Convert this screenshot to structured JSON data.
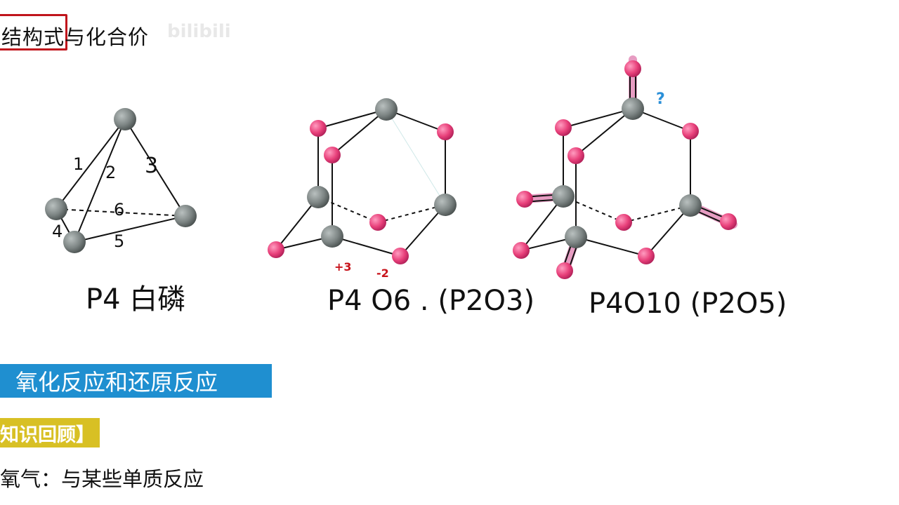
{
  "header": {
    "title": "结构式与化合价",
    "watermark": "bilibili"
  },
  "molecules": {
    "p4": {
      "caption": "P4 白磷",
      "edge_labels": [
        "1",
        "2",
        "3",
        "4",
        "5",
        "6"
      ]
    },
    "p4o6": {
      "caption": "P4 O6 . (P2O3)",
      "ox_p": "+3",
      "ox_o": "-2"
    },
    "p4o10": {
      "caption": "P4O10 (P2O5)",
      "question": "?"
    }
  },
  "colors": {
    "phosphorus": "#7d8584",
    "oxygen": "#e8407a",
    "highlight": "#e38bb8",
    "banner": "#1f8fd0",
    "review": "#d8c024",
    "title_box": "#c0141c",
    "annotation_red": "#c8141c",
    "annotation_blue": "#2a8fd8"
  },
  "section": {
    "banner": "氧化反应和还原反应",
    "review_label": "知识回顾】",
    "line": "氧气：与某些单质反应"
  }
}
